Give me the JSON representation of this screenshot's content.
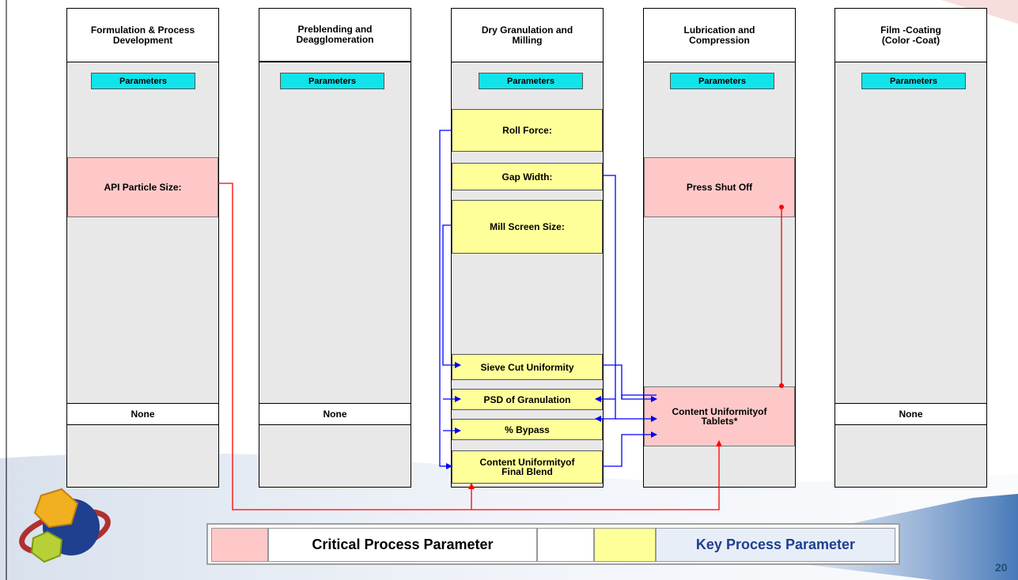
{
  "columns": [
    {
      "title": "Formulation & Process\nDevelopment",
      "param_label": "Parameters",
      "none_label": "None"
    },
    {
      "title": "Preblending and\nDeagglomeration",
      "param_label": "Parameters",
      "none_label": "None"
    },
    {
      "title": "Dry Granulation and\nMilling",
      "param_label": "Parameters"
    },
    {
      "title": "Lubrication and\nCompression",
      "param_label": "Parameters"
    },
    {
      "title": "Film -Coating\n(Color -Coat)",
      "param_label": "Parameters",
      "none_label": "None"
    }
  ],
  "parameters": {
    "api_particle_size": "API Particle Size:",
    "roll_force": "Roll Force:",
    "gap_width": "Gap Width:",
    "mill_screen_size": "Mill Screen Size:",
    "press_shut_off": "Press Shut Off"
  },
  "attributes": {
    "sieve_cut_uniformity": "Sieve Cut Uniformity",
    "psd_of_granulation": "PSD of Granulation",
    "percent_bypass": "% Bypass",
    "content_uniformity_final_blend": "Content Uniformityof\nFinal Blend",
    "content_uniformity_tablets": "Content Uniformityof\nTablets*"
  },
  "legend": {
    "critical_label": "Critical Process Parameter",
    "key_label": "Key Process Parameter"
  },
  "page_number": "20",
  "colors": {
    "critical": "#ffc8c8",
    "key": "#ffff99",
    "parameters_header": "#11e3ea",
    "connector_blue": "#0000ff",
    "connector_red": "#ff0000"
  }
}
